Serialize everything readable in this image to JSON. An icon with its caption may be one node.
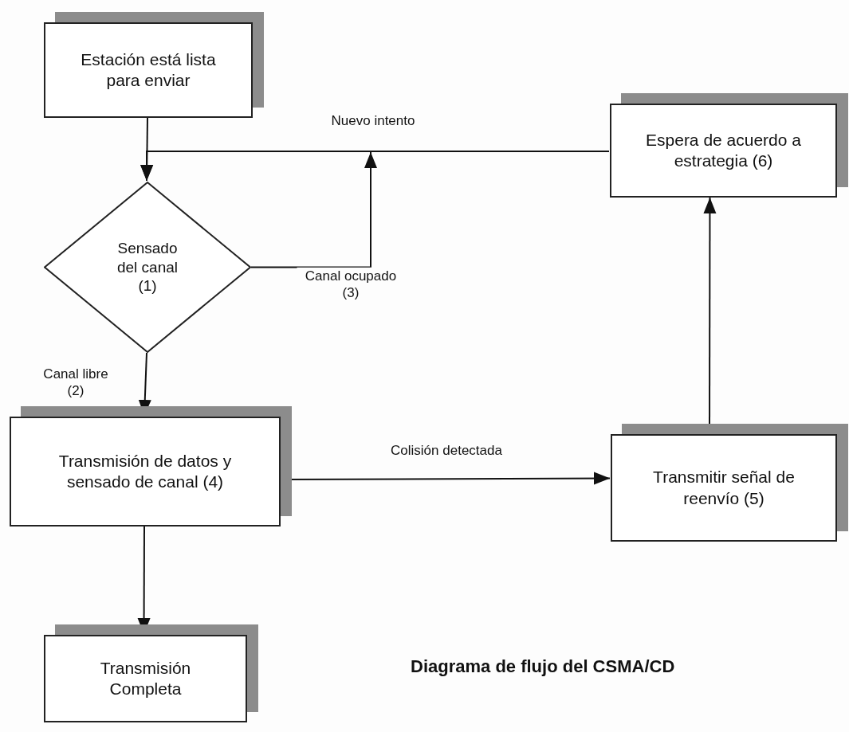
{
  "diagram": {
    "caption": "Diagrama de flujo del CSMA/CD",
    "nodes": [
      {
        "text": [
          "Estación está lista para enviar"
        ]
      },
      {
        "text": [
          "Sensado del canal (1)"
        ]
      },
      {
        "text": [
          "Transmisión de datos y sensado de canal (4)"
        ]
      },
      {
        "text": [
          "Transmitir señal de reenvío (5)"
        ]
      },
      {
        "text": [
          "Espera de acuerdo a estrategia (6)"
        ]
      },
      {
        "text": [
          "Transmisión Completa"
        ]
      }
    ],
    "edges": [
      {
        "from": 0,
        "to": 1,
        "arrow": "to"
      },
      {
        "from": 4,
        "to": 1,
        "arrow": "to",
        "label": "Nuevo intento"
      },
      {
        "from": 1,
        "to": 1,
        "arrow": "to",
        "label": "Canal ocupado (3)"
      },
      {
        "from": 1,
        "to": 2,
        "arrow": "to",
        "label": "Canal libre (2)"
      },
      {
        "from": 2,
        "to": 3,
        "arrow": "to",
        "label": "Colisión detectada"
      },
      {
        "from": 3,
        "to": 4,
        "arrow": "to"
      },
      {
        "from": 2,
        "to": 5,
        "arrow": "to"
      }
    ]
  }
}
